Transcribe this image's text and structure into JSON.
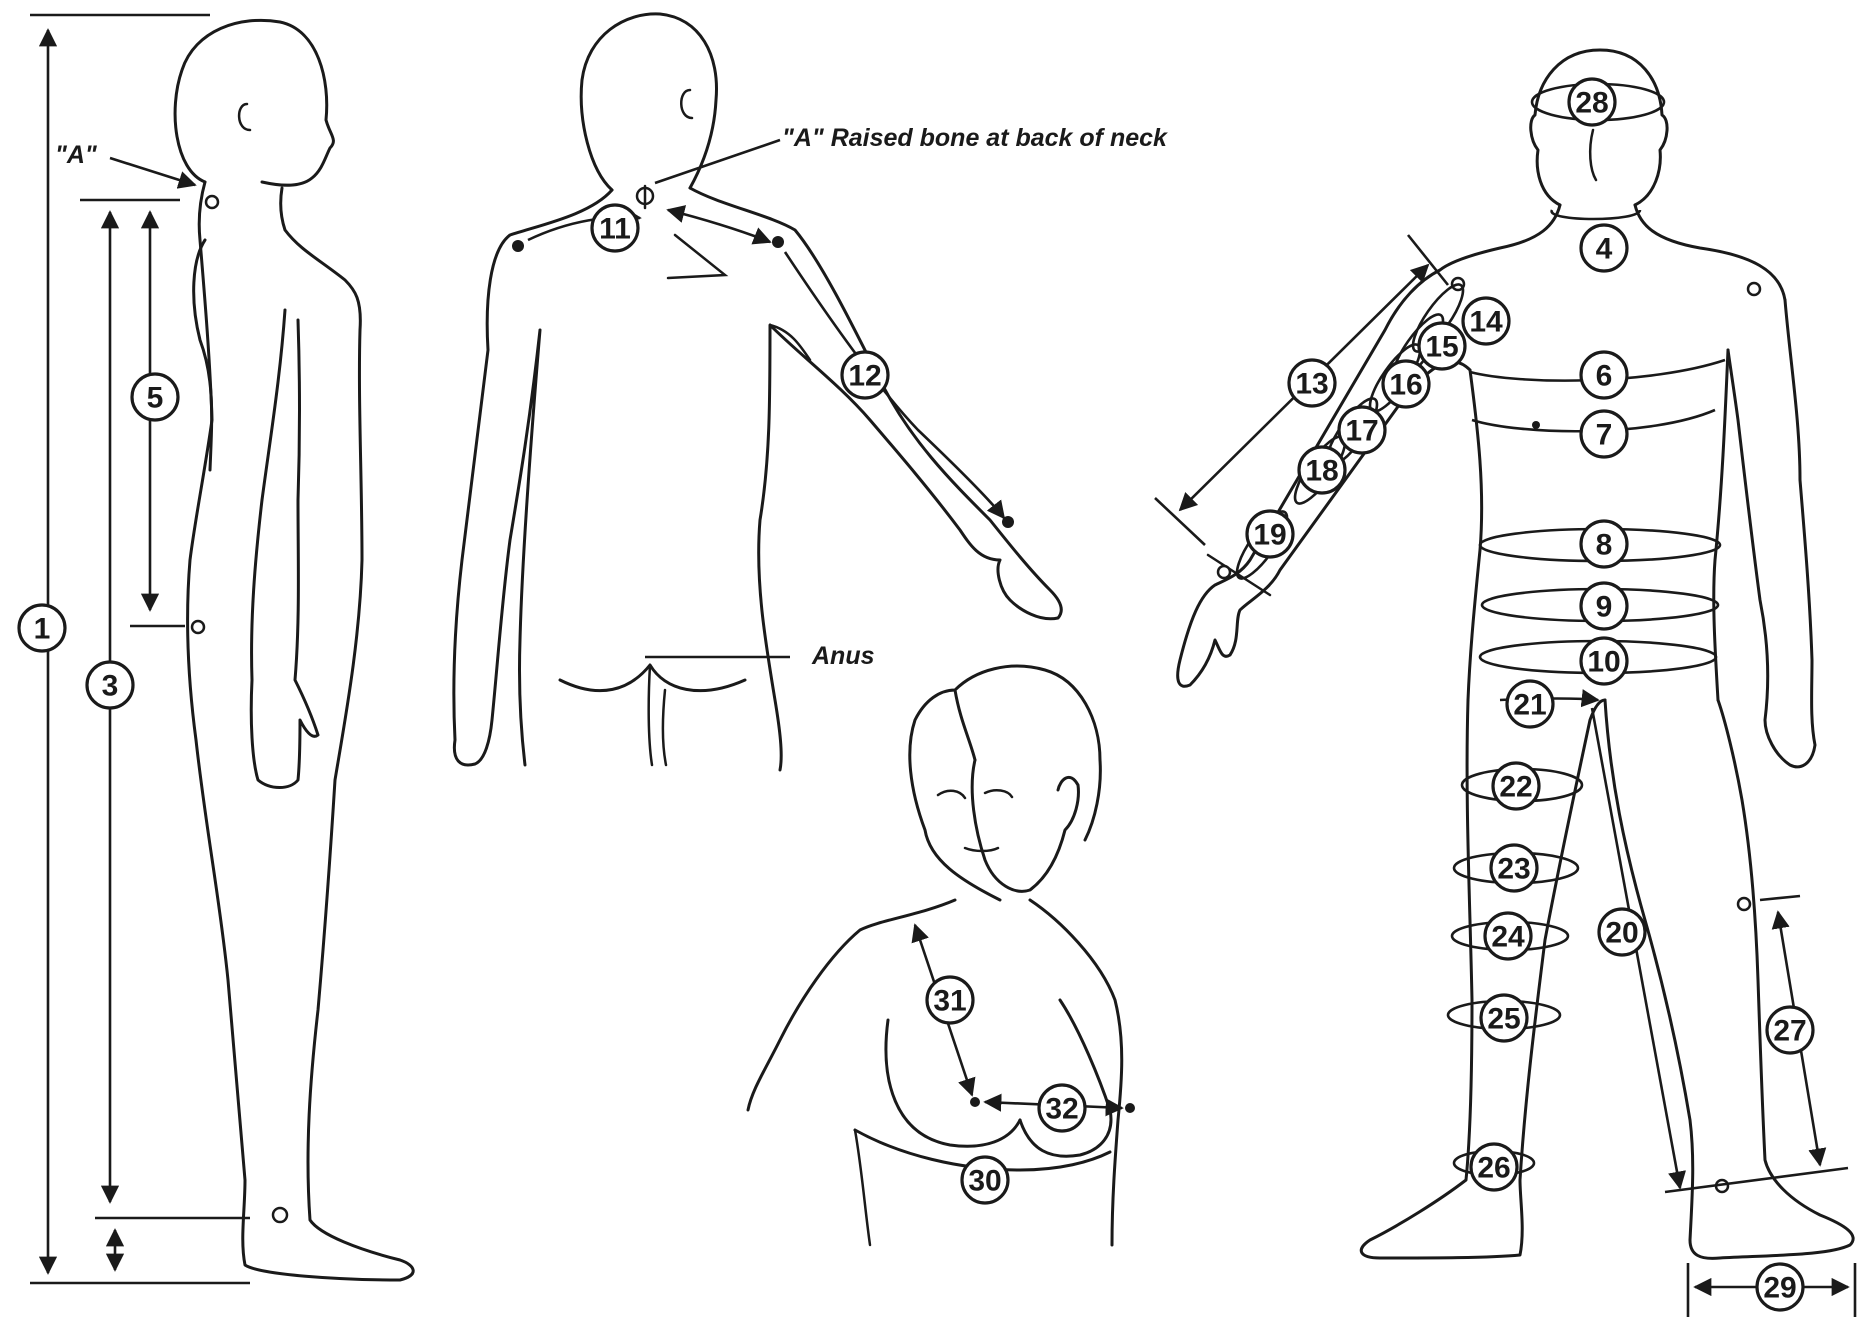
{
  "annotations": {
    "a_left": "\"A\"",
    "a_raised_bone": "\"A\" Raised bone at back of neck",
    "anus": "Anus"
  },
  "markers": [
    "1",
    "3",
    "4",
    "5",
    "6",
    "7",
    "8",
    "9",
    "10",
    "11",
    "12",
    "13",
    "14",
    "15",
    "16",
    "17",
    "18",
    "19",
    "20",
    "21",
    "22",
    "23",
    "24",
    "25",
    "26",
    "27",
    "28",
    "29",
    "30",
    "31",
    "32"
  ]
}
